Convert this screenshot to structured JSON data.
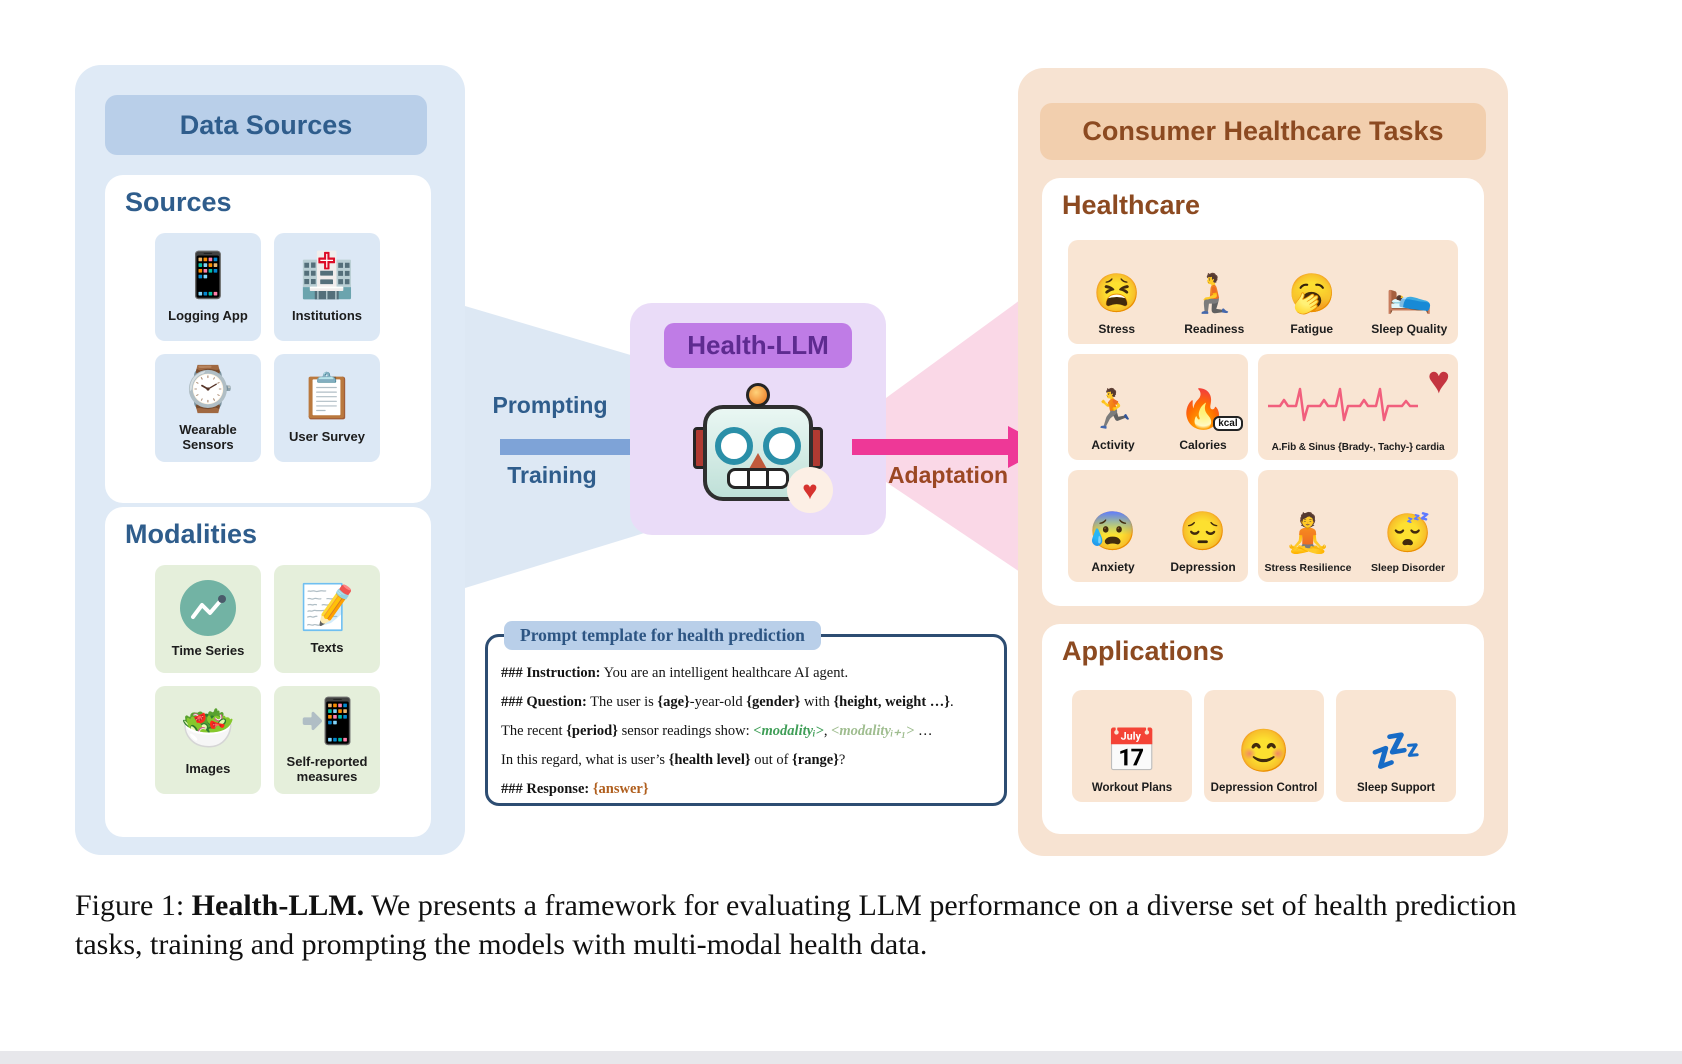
{
  "left_panel": {
    "title": "Data Sources",
    "sources": {
      "title": "Sources",
      "items": [
        {
          "label": "Logging App",
          "icon": "logging-app",
          "glyph": "📱"
        },
        {
          "label": "Institutions",
          "icon": "institutions",
          "glyph": "🏥"
        },
        {
          "label": "Wearable Sensors",
          "icon": "wearable-sensors",
          "glyph": "⌚"
        },
        {
          "label": "User Survey",
          "icon": "user-survey",
          "glyph": "📋"
        }
      ]
    },
    "modalities": {
      "title": "Modalities",
      "items": [
        {
          "label": "Time Series",
          "icon": "time-series-chart",
          "glyph": ""
        },
        {
          "label": "Texts",
          "icon": "texts-clipboard",
          "glyph": "📝"
        },
        {
          "label": "Images",
          "icon": "images-salad",
          "glyph": "🥗"
        },
        {
          "label": "Self-reported measures",
          "icon": "self-reported-measures",
          "glyph": "📲"
        }
      ]
    }
  },
  "center": {
    "model_title": "Health-LLM",
    "badge_glyph": "♥",
    "prompting_label": "Prompting",
    "training_label": "Training",
    "adaptation_label": "Adaptation"
  },
  "prompt_box": {
    "title": "Prompt template for health prediction",
    "lines": [
      [
        {
          "t": "### Instruction:",
          "s": "b"
        },
        {
          "t": " You are an intelligent healthcare AI agent.",
          "s": "n"
        }
      ],
      [
        {
          "t": "### Question:",
          "s": "b"
        },
        {
          "t": " The user is ",
          "s": "n"
        },
        {
          "t": "{age}",
          "s": "b"
        },
        {
          "t": "-year-old ",
          "s": "n"
        },
        {
          "t": "{gender}",
          "s": "b"
        },
        {
          "t": " with ",
          "s": "n"
        },
        {
          "t": "{height, weight …}",
          "s": "b"
        },
        {
          "t": ".",
          "s": "n"
        }
      ],
      [
        {
          "t": "The recent ",
          "s": "n"
        },
        {
          "t": "{period}",
          "s": "b"
        },
        {
          "t": " sensor readings show: ",
          "s": "n"
        },
        {
          "t": "<modalityᵢ>",
          "s": "g1"
        },
        {
          "t": ", ",
          "s": "n"
        },
        {
          "t": "<modalityᵢ₊₁>",
          "s": "g2"
        },
        {
          "t": " …",
          "s": "n"
        }
      ],
      [
        {
          "t": "In this regard, what is user’s ",
          "s": "n"
        },
        {
          "t": "{health level}",
          "s": "b"
        },
        {
          "t": " out of ",
          "s": "n"
        },
        {
          "t": "{range}",
          "s": "b"
        },
        {
          "t": "?",
          "s": "n"
        }
      ],
      [
        {
          "t": "### Response:",
          "s": "b"
        },
        {
          "t": " ",
          "s": "n"
        },
        {
          "t": "{answer}",
          "s": "o"
        }
      ]
    ]
  },
  "right_panel": {
    "title": "Consumer Healthcare Tasks",
    "healthcare": {
      "title": "Healthcare",
      "row1": [
        {
          "label": "Stress",
          "icon": "stress",
          "glyph": "😫"
        },
        {
          "label": "Readiness",
          "icon": "readiness",
          "glyph": "🧎"
        },
        {
          "label": "Fatigue",
          "icon": "fatigue",
          "glyph": "🥱"
        },
        {
          "label": "Sleep Quality",
          "icon": "sleep-quality",
          "glyph": "🛌"
        }
      ],
      "row2_left": [
        {
          "label": "Activity",
          "icon": "activity",
          "glyph": "🏃"
        },
        {
          "label": "Calories",
          "icon": "calories",
          "glyph": "🔥",
          "badge": "kcal"
        }
      ],
      "row2_right": {
        "label": "A.Fib & Sinus {Brady-, Tachy-} cardia",
        "icon": "ecg-heart",
        "glyph": "♥"
      },
      "row3_left": [
        {
          "label": "Anxiety",
          "icon": "anxiety",
          "glyph": "😰"
        },
        {
          "label": "Depression",
          "icon": "depression",
          "glyph": "😔"
        }
      ],
      "row3_right": [
        {
          "label": "Stress Resilience",
          "icon": "stress-resilience",
          "glyph": "🧘"
        },
        {
          "label": "Sleep Disorder",
          "icon": "sleep-disorder",
          "glyph": "😴"
        }
      ]
    },
    "applications": {
      "title": "Applications",
      "items": [
        {
          "label": "Workout Plans",
          "icon": "workout-plans",
          "glyph": "📅"
        },
        {
          "label": "Depression Control",
          "icon": "depression-control",
          "glyph": "😊"
        },
        {
          "label": "Sleep Support",
          "icon": "sleep-support",
          "glyph": "💤"
        }
      ]
    }
  },
  "caption": {
    "segments": [
      {
        "t": "Figure 1:  ",
        "s": "n"
      },
      {
        "t": "Health-LLM.",
        "s": "b"
      },
      {
        "t": " We presents a framework for evaluating LLM performance on a diverse set of health prediction tasks, training and prompting the models with multi-modal health data.",
        "s": "n"
      }
    ]
  },
  "colors": {
    "left_panel_bg": "#dfeaf6",
    "left_header_bg": "#b9cfe9",
    "blue_text": "#2f5d8c",
    "blue_tile": "#dce8f5",
    "green_tile": "#e5efdb",
    "purple_panel": "#eadcf8",
    "purple_pill": "#bf7ce6",
    "purple_text": "#5e2b90",
    "blue_arrow": "#7ea3d7",
    "pink_arrow": "#ee3897",
    "right_panel_bg": "#f7e3d2",
    "right_header_bg": "#f2cfae",
    "brown_text": "#8c4a21",
    "peach_tile": "#f9e5d3",
    "prompt_border": "#2d4d72",
    "modality_green": "#3f9e57",
    "modality_green_light": "#9fbd8f",
    "answer_orange": "#b05f1e",
    "ecg_pink": "#f15f7d"
  }
}
